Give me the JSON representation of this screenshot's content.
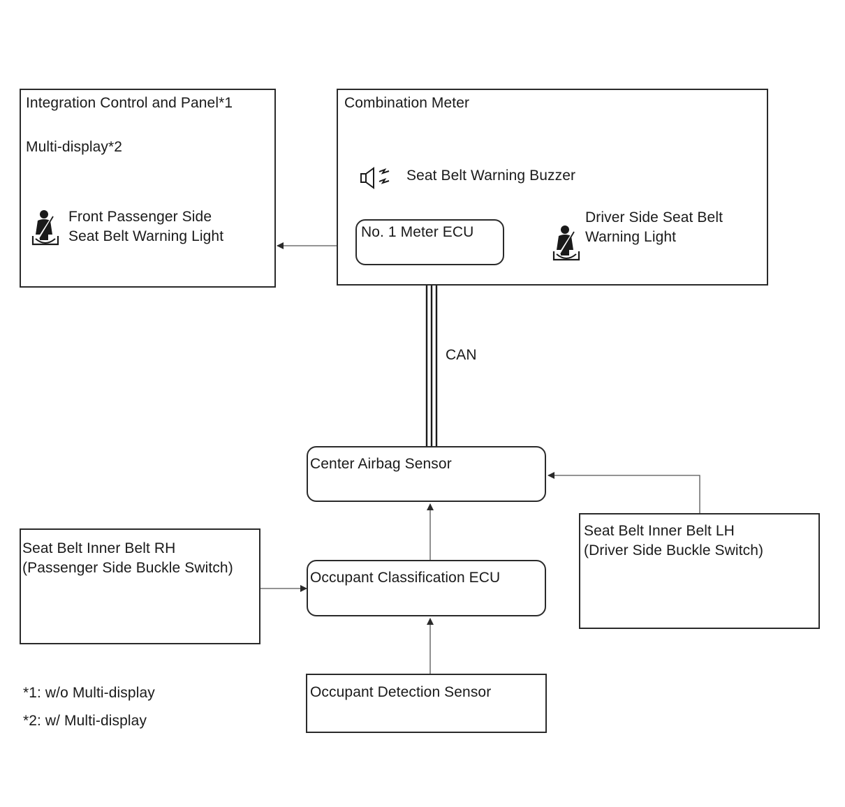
{
  "integration": {
    "title": "Integration Control and Panel*1",
    "subtitle": "Multi-display*2",
    "light_line1": "Front Passenger Side",
    "light_line2": "Seat Belt Warning Light"
  },
  "meter": {
    "title": "Combination Meter",
    "buzzer": "Seat Belt Warning Buzzer",
    "ecu": "No. 1 Meter ECU",
    "driver_light_line1": "Driver Side Seat Belt",
    "driver_light_line2": "Warning Light"
  },
  "bus_label": "CAN",
  "airbag": "Center Airbag Sensor",
  "rh_belt": {
    "line1": "Seat Belt Inner Belt RH",
    "line2": "(Passenger Side Buckle Switch)"
  },
  "lh_belt": {
    "line1": "Seat Belt Inner Belt LH",
    "line2": "(Driver Side Buckle Switch)"
  },
  "occupant_ecu": "Occupant Classification ECU",
  "occupant_sensor": "Occupant Detection Sensor",
  "notes": {
    "note1": "*1: w/o Multi-display",
    "note2": "*2: w/ Multi-display"
  },
  "icons": {
    "seatbelt": "seatbelt-warning-icon",
    "buzzer": "buzzer-speaker-icon"
  }
}
